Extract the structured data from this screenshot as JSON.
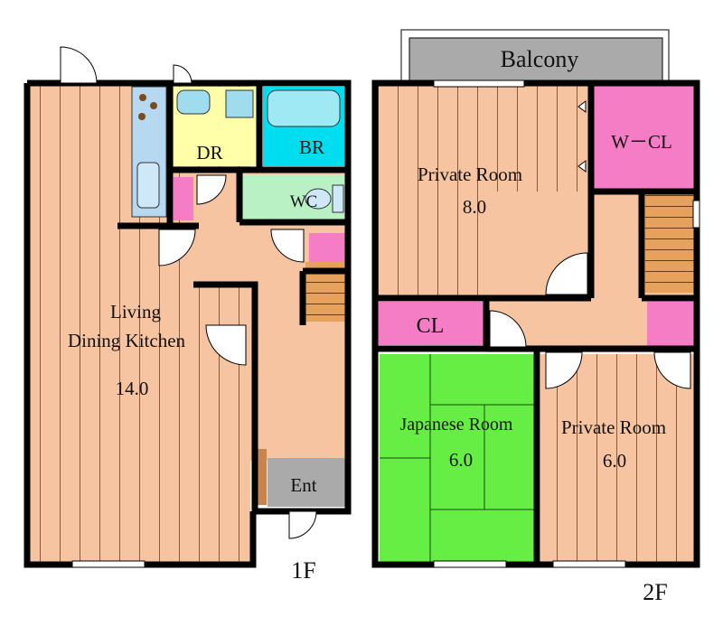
{
  "floors": {
    "first": {
      "label": "1F",
      "rooms": {
        "ldk_name1": "Living",
        "ldk_name2": "Dining Kitchen",
        "ldk_size": "14.0",
        "dr": "DR",
        "br": "BR",
        "wc": "WC",
        "ent": "Ent"
      }
    },
    "second": {
      "label": "2F",
      "rooms": {
        "balcony": "Balcony",
        "private1_name": "Private Room",
        "private1_size": "8.0",
        "wcl": "W－CL",
        "cl": "CL",
        "japanese_name": "Japanese Room",
        "japanese_size": "6.0",
        "private2_name": "Private Room",
        "private2_size": "6.0"
      }
    }
  },
  "colors": {
    "floor_wood": "#F6C4A0",
    "wall": "#000000",
    "dr": "#FFFFAA",
    "br": "#00DDEE",
    "wc": "#B9F1C4",
    "closet": "#F57DC6",
    "tatami": "#66EE44",
    "balcony": "#AAAAAA",
    "stairs": "#E6A15A",
    "kitchen": "#B6D8F0"
  }
}
